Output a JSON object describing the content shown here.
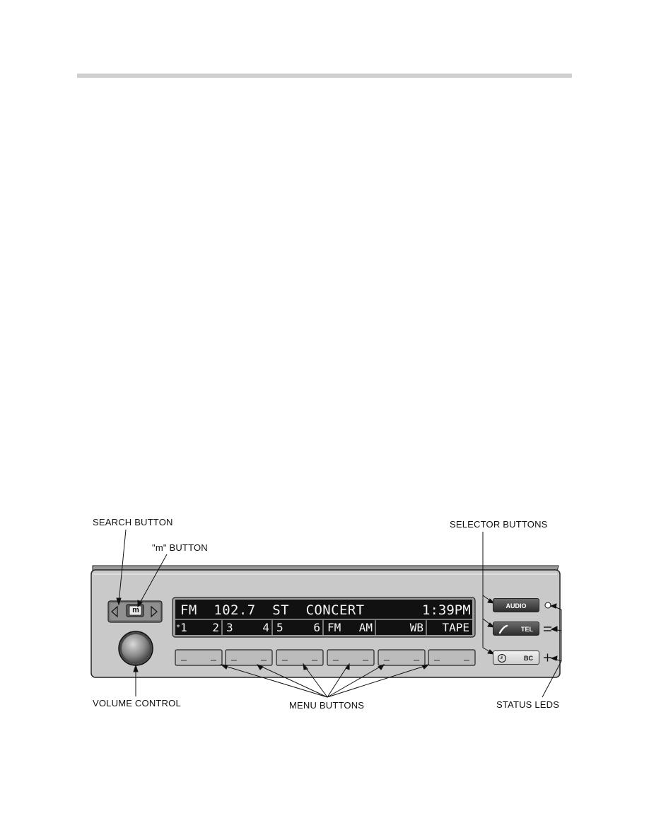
{
  "callouts": {
    "search_button": "SEARCH BUTTON",
    "m_button": "\"m\" BUTTON",
    "selector_buttons": "SELECTOR BUTTONS",
    "volume_control": "VOLUME CONTROL",
    "menu_buttons": "MENU BUTTONS",
    "status_leds": "STATUS LEDS"
  },
  "display": {
    "row1": "FM  102.7  ST  CONCERT",
    "time": "1:39PM",
    "presets": [
      {
        "label": "1",
        "label2": "2",
        "marker": "*"
      },
      {
        "label": "3",
        "label2": "4"
      },
      {
        "label": "5",
        "label2": "6"
      },
      {
        "label": "FM",
        "label2": "AM"
      },
      {
        "label": "",
        "label2": "WB"
      },
      {
        "label": "",
        "label2": "TAPE"
      }
    ]
  },
  "controls": {
    "m_label": "m",
    "audio_label": "AUDIO",
    "tel_label": "TEL",
    "bc_label": "BC",
    "led_symbols": [
      "○",
      "=",
      "+"
    ]
  },
  "colors": {
    "faceplate": "#c9c9c9",
    "lcd": "#111111",
    "lcd_text": "#f4f4f4"
  }
}
